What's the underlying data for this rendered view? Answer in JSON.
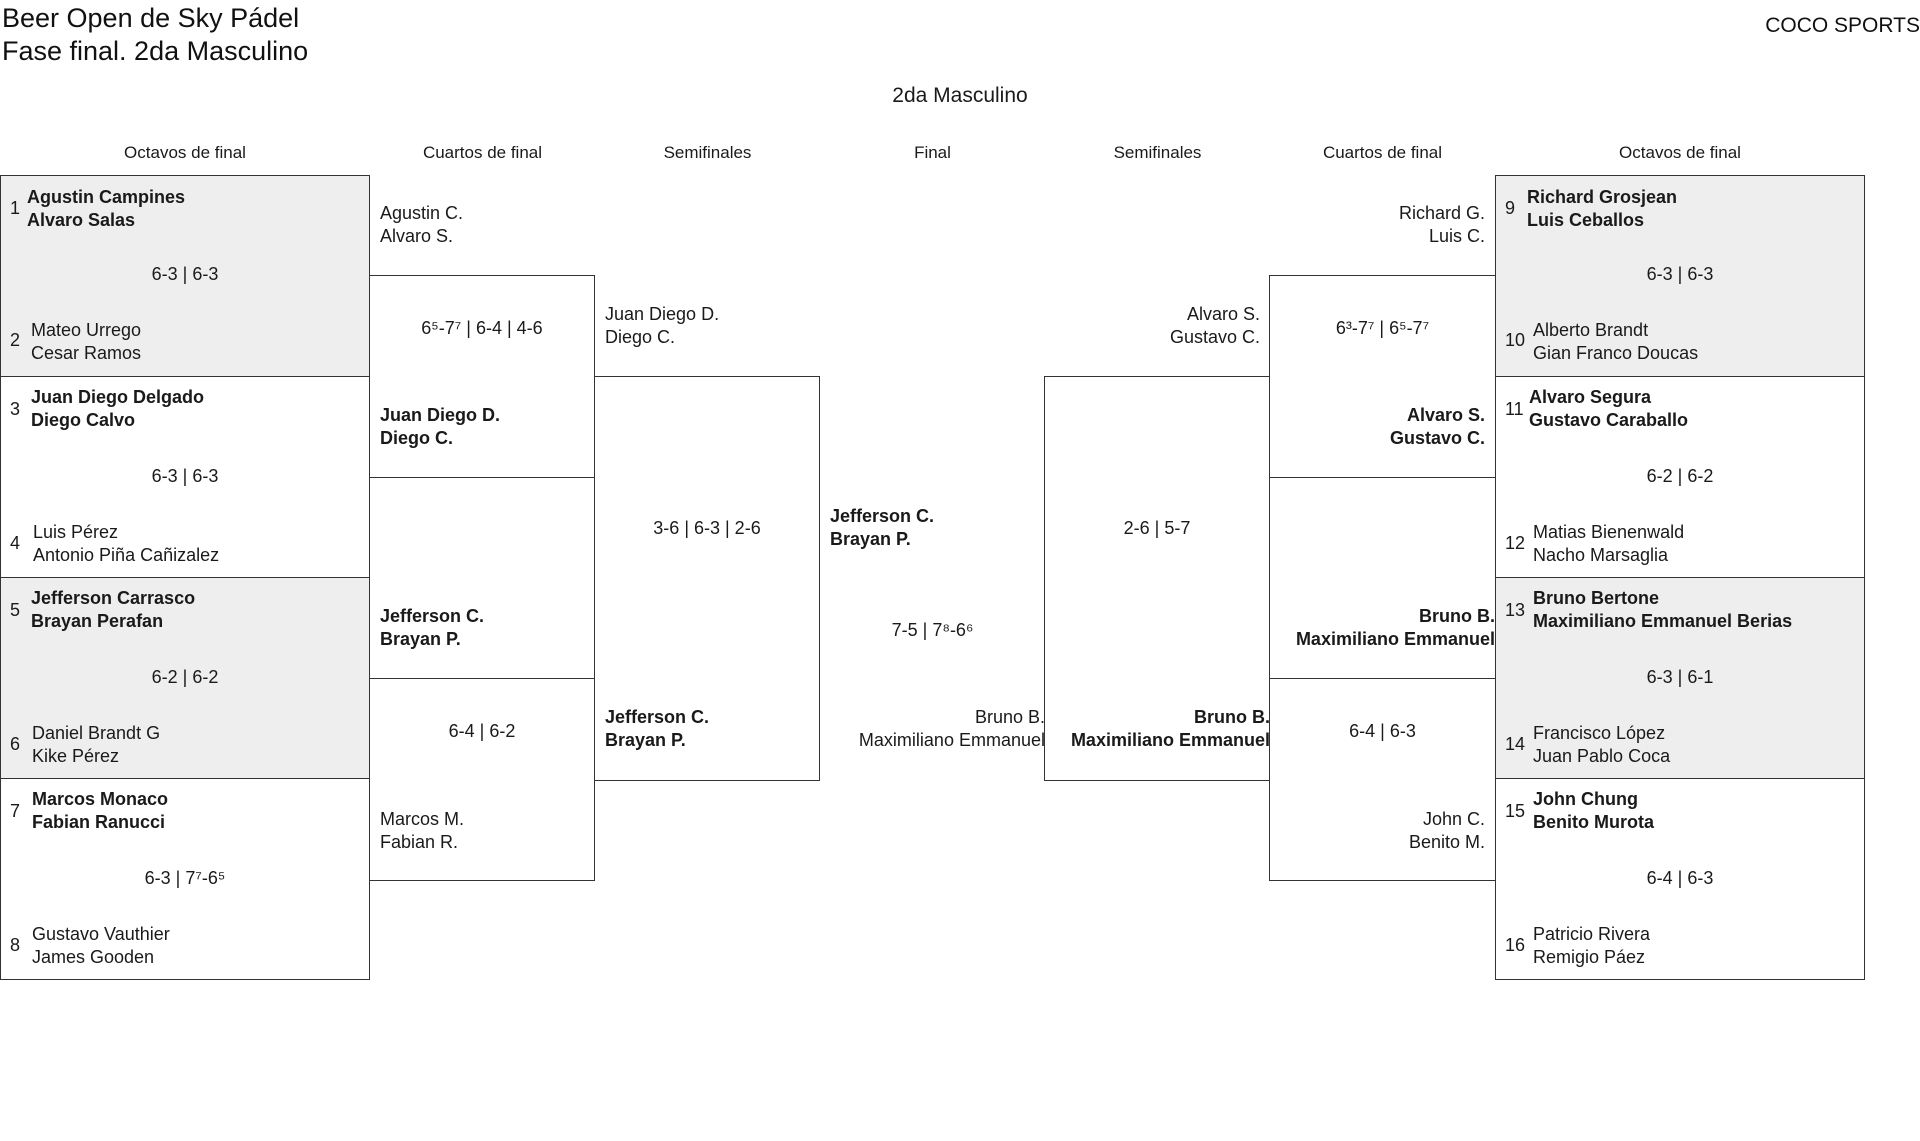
{
  "header": {
    "title_line1": "Beer Open de Sky Pádel",
    "title_line2": "Fase final. 2da Masculino",
    "brand": "COCO SPORTS"
  },
  "bracket": {
    "title": "2da Masculino",
    "rounds_left": [
      "Octavos de final",
      "Cuartos de final",
      "Semifinales"
    ],
    "final_label": "Final",
    "rounds_right": [
      "Semifinales",
      "Cuartos de final",
      "Octavos de final"
    ]
  },
  "octavos_left": [
    {
      "seed_a": "1",
      "team_a": [
        "Agustin Campines",
        "Alvaro Salas"
      ],
      "score": "6-3 | 6-3",
      "seed_b": "2",
      "team_b": [
        "Mateo Urrego",
        "Cesar Ramos"
      ]
    },
    {
      "seed_a": "3",
      "team_a": [
        "Juan Diego Delgado",
        "Diego Calvo"
      ],
      "score": "6-3 | 6-3",
      "seed_b": "4",
      "team_b": [
        "Luis Pérez",
        "Antonio Piña Cañizalez"
      ]
    },
    {
      "seed_a": "5",
      "team_a": [
        "Jefferson Carrasco",
        "Brayan Perafan"
      ],
      "score": "6-2 | 6-2",
      "seed_b": "6",
      "team_b": [
        "Daniel Brandt G",
        "Kike Pérez"
      ]
    },
    {
      "seed_a": "7",
      "team_a": [
        "Marcos Monaco",
        "Fabian Ranucci"
      ],
      "score": "6-3 | 7⁷-6⁵",
      "seed_b": "8",
      "team_b": [
        "Gustavo Vauthier",
        "James Gooden"
      ]
    }
  ],
  "cuartos_left": [
    {
      "team_a": [
        "Agustin C.",
        "Alvaro S."
      ],
      "score": "6⁵-7⁷ | 6-4 | 4-6",
      "team_b": [
        "Juan Diego D.",
        "Diego C."
      ]
    },
    {
      "team_a": [
        "Jefferson C.",
        "Brayan P."
      ],
      "score": "6-4 | 6-2",
      "team_b": [
        "Marcos M.",
        "Fabian R."
      ]
    }
  ],
  "semi_left": {
    "team_a": [
      "Juan Diego D.",
      "Diego C."
    ],
    "score": "3-6 | 6-3 | 2-6",
    "team_b": [
      "Jefferson C.",
      "Brayan P."
    ]
  },
  "final": {
    "team_a": [
      "Jefferson C.",
      "Brayan P."
    ],
    "score": "7-5 | 7⁸-6⁶",
    "team_b": [
      "Bruno B.",
      "Maximiliano Emmanuel"
    ]
  },
  "semi_right": {
    "team_a": [
      "Alvaro S.",
      "Gustavo C."
    ],
    "score": "2-6 | 5-7",
    "team_b": [
      "Bruno B.",
      "Maximiliano Emmanuel"
    ]
  },
  "cuartos_right": [
    {
      "team_a": [
        "Richard G.",
        "Luis C."
      ],
      "score": "6³-7⁷ | 6⁵-7⁷",
      "team_b": [
        "Alvaro S.",
        "Gustavo C."
      ]
    },
    {
      "team_a": [
        "Bruno B.",
        "Maximiliano Emmanuel"
      ],
      "score": "6-4 | 6-3",
      "team_b": [
        "John C.",
        "Benito M."
      ]
    }
  ],
  "octavos_right": [
    {
      "seed_a": "9",
      "team_a": [
        "Richard Grosjean",
        "Luis Ceballos"
      ],
      "score": "6-3 | 6-3",
      "seed_b": "10",
      "team_b": [
        "Alberto Brandt",
        "Gian Franco Doucas"
      ]
    },
    {
      "seed_a": "11",
      "team_a": [
        "Alvaro Segura",
        "Gustavo Caraballo"
      ],
      "score": "6-2 | 6-2",
      "seed_b": "12",
      "team_b": [
        "Matias Bienenwald",
        "Nacho Marsaglia"
      ]
    },
    {
      "seed_a": "13",
      "team_a": [
        "Bruno Bertone",
        "Maximiliano Emmanuel Berias"
      ],
      "score": "6-3 | 6-1",
      "seed_b": "14",
      "team_b": [
        "Francisco López",
        "Juan Pablo Coca"
      ]
    },
    {
      "seed_a": "15",
      "team_a": [
        "John Chung",
        "Benito Murota"
      ],
      "score": "6-4 | 6-3",
      "seed_b": "16",
      "team_b": [
        "Patricio Rivera",
        "Remigio Páez"
      ]
    }
  ],
  "colors": {
    "shade": "#eeeeee",
    "border": "#333333",
    "text": "#1a1a1a"
  }
}
